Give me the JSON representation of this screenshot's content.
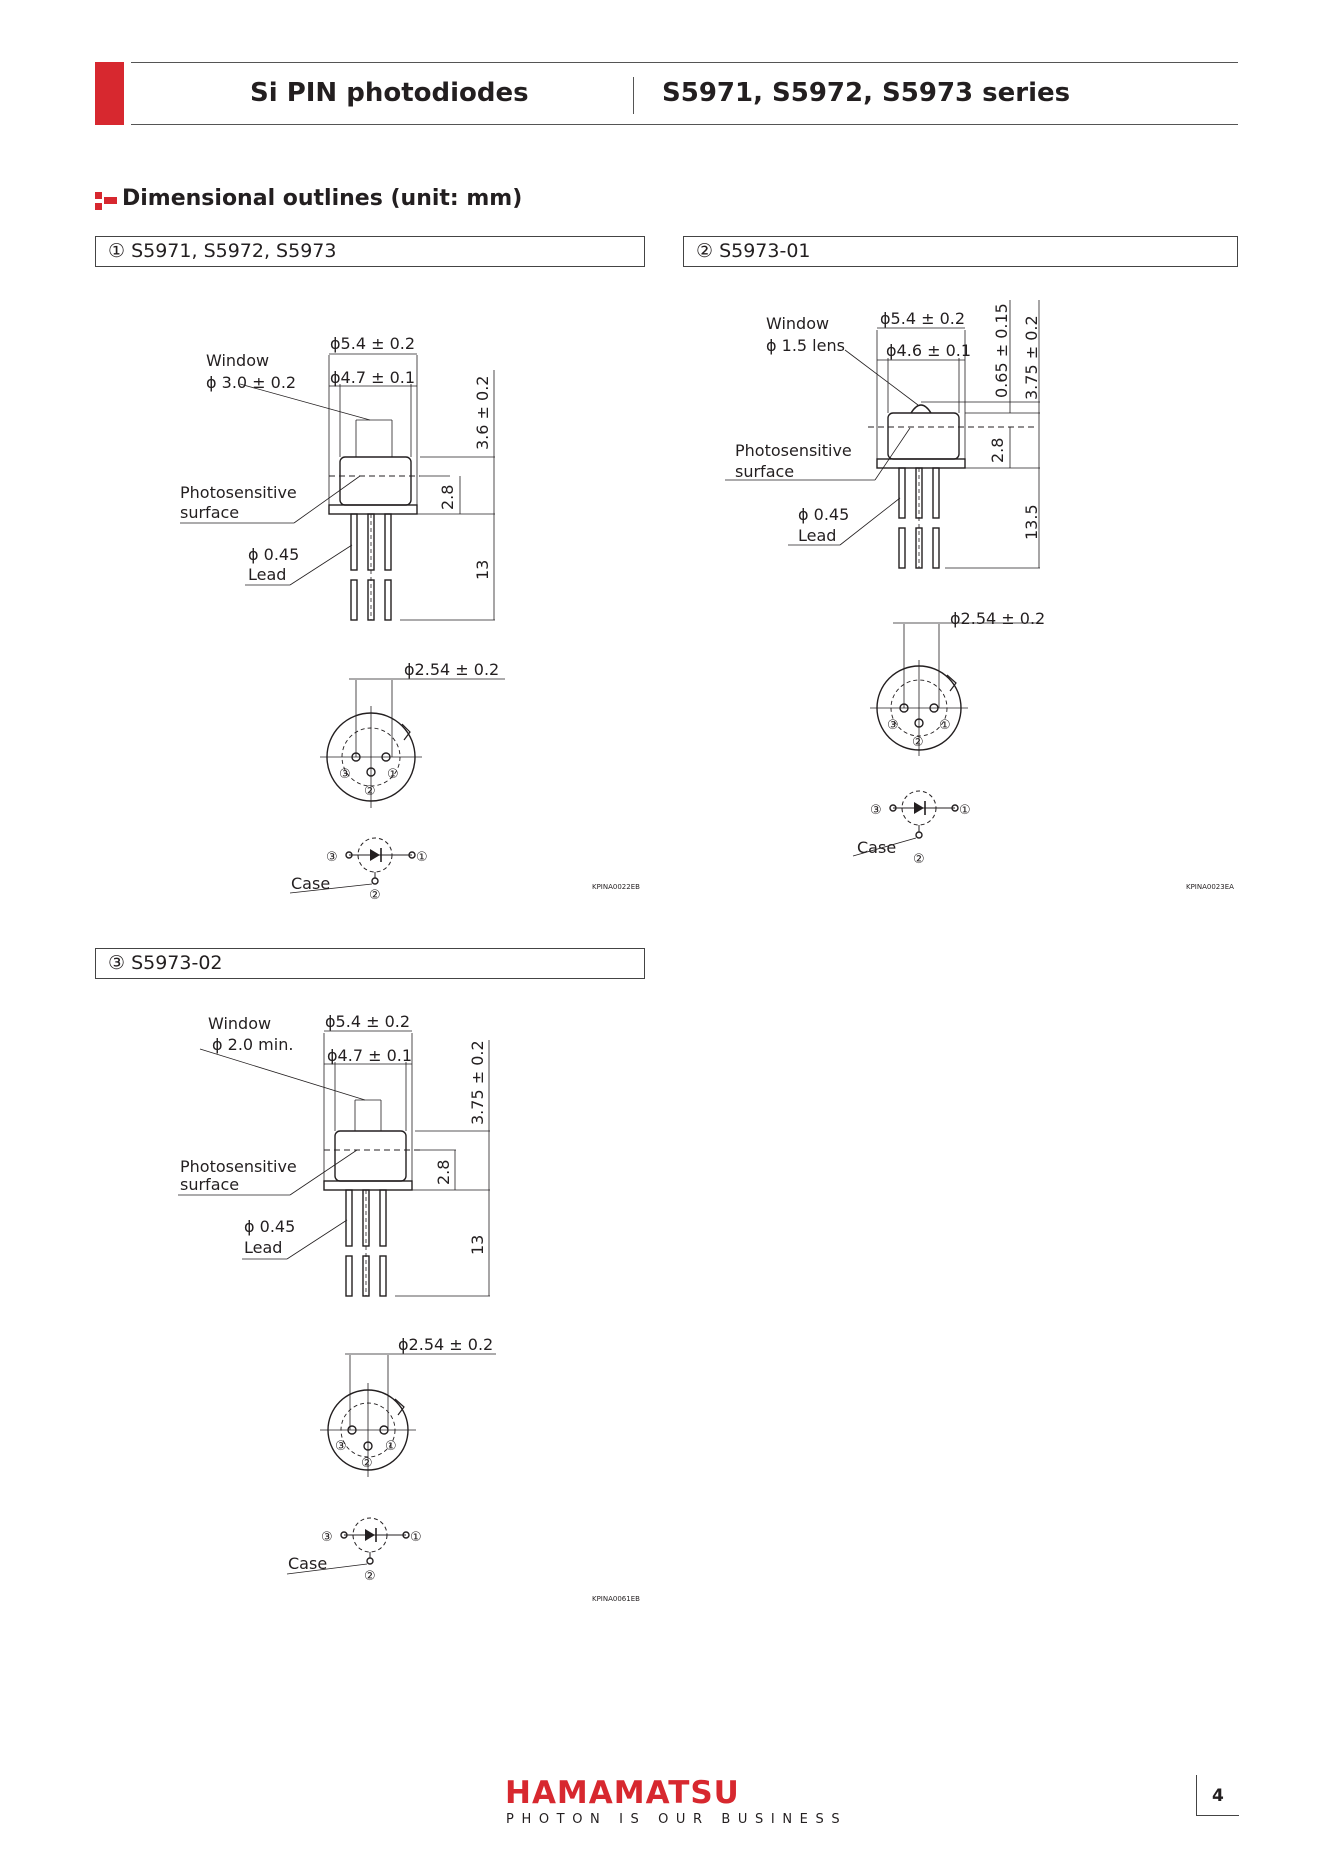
{
  "header": {
    "left_title": "Si PIN photodiodes",
    "right_title": "S5971, S5972, S5973 series",
    "accent_color": "#d7282f"
  },
  "section": {
    "title": "Dimensional outlines (unit: mm)",
    "icon": "section-bullet-icon"
  },
  "outlines": [
    {
      "caption": "① S5971, S5972, S5973",
      "window_label": "Window",
      "window_dim": "ϕ 3.0 ± 0.2",
      "outer_dia": "ϕ5.4 ± 0.2",
      "inner_dia": "ϕ4.7 ± 0.1",
      "cap_height": "3.6 ± 0.2",
      "surface_depth": "2.8",
      "lead_length": "13",
      "photo_label_1": "Photosensitive",
      "photo_label_2": "surface",
      "lead_dia": "ϕ 0.45",
      "lead_label": "Lead",
      "pin_pitch": "ϕ2.54 ± 0.2",
      "pin1": "①",
      "pin2": "②",
      "pin3": "③",
      "case_label": "Case",
      "ref": "KPINA0022EB"
    },
    {
      "caption": "② S5973-01",
      "window_label": "Window",
      "window_dim": "ϕ 1.5 lens",
      "outer_dia": "ϕ5.4 ± 0.2",
      "inner_dia": "ϕ4.6 ± 0.1",
      "lens_height": "0.65 ± 0.15",
      "cap_height": "3.75 ± 0.2",
      "surface_depth": "2.8",
      "lead_length": "13.5",
      "photo_label_1": "Photosensitive",
      "photo_label_2": "surface",
      "lead_dia": "ϕ 0.45",
      "lead_label": "Lead",
      "pin_pitch": "ϕ2.54 ± 0.2",
      "pin1": "①",
      "pin2": "②",
      "pin3": "③",
      "case_label": "Case",
      "ref": "KPINA0023EA"
    },
    {
      "caption": "③ S5973-02",
      "window_label": "Window",
      "window_dim": "ϕ 2.0 min.",
      "outer_dia": "ϕ5.4 ± 0.2",
      "inner_dia": "ϕ4.7 ± 0.1",
      "cap_height": "3.75 ± 0.2",
      "surface_depth": "2.8",
      "lead_length": "13",
      "photo_label_1": "Photosensitive",
      "photo_label_2": "surface",
      "lead_dia": "ϕ 0.45",
      "lead_label": "Lead",
      "pin_pitch": "ϕ2.54 ± 0.2",
      "pin1": "①",
      "pin2": "②",
      "pin3": "③",
      "case_label": "Case",
      "ref": "KPINA0061EB"
    }
  ],
  "footer": {
    "logo": "HAMAMATSU",
    "tagline": "PHOTON IS OUR BUSINESS",
    "page_number": "4"
  }
}
